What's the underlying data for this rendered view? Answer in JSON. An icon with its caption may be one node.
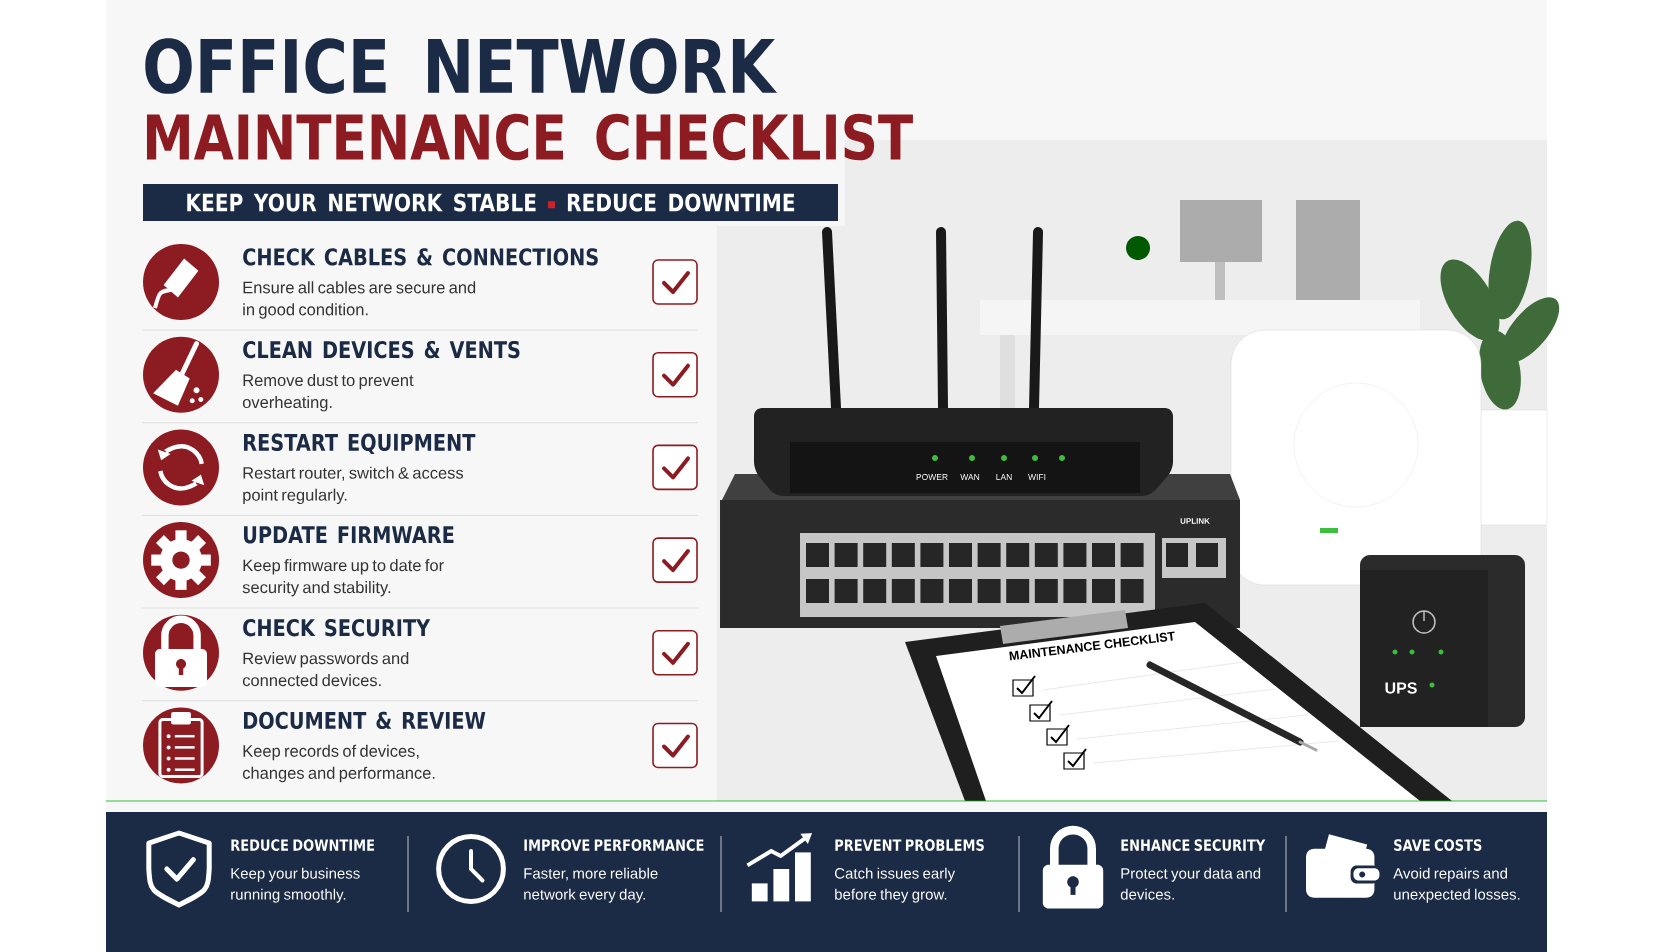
{
  "diagram": {
    "nodes": [
      {
        "text": [
          "KEEP YOUR NETWORK STABLE",
          "REDUCE DOWNTIME"
        ]
      },
      {
        "text": [
          "CHECK CABLES & CONNECTIONS",
          "Ensure all cables are secure and in good condition."
        ]
      },
      {
        "text": [
          "CLEAN DEVICES & VENTS",
          "Remove dust to prevent overheating."
        ]
      },
      {
        "text": [
          "RESTART EQUIPMENT",
          "Restart router,  switch & access point regularly."
        ]
      },
      {
        "text": [
          "UPDATE FIRMWARE",
          "Keep firmware up to date for security and stability."
        ]
      },
      {
        "text": [
          "CHECK SECURITY",
          "Review passwords and connected devices."
        ]
      },
      {
        "text": [
          "DOCUMENT & REVIEW",
          "Keep records of devices, changes and performance."
        ]
      },
      {
        "text": [
          "REDUCE DOWNTIME",
          "Keep your business running smoothly."
        ]
      },
      {
        "text": [
          "IMPROVE PERFORMANCE",
          "Faster, more reliable network every day."
        ]
      },
      {
        "text": [
          "PREVENT PROBLEMS",
          "Catch issues early before they grow."
        ]
      },
      {
        "text": [
          "ENHANCE SECURITY",
          "Protect your data and devices."
        ]
      },
      {
        "text": [
          "SAVE COSTS",
          "Avoid repairs and unexpected losses."
        ]
      }
    ],
    "labels": [
      "OFFICE NETWORK",
      "MAINTENANCE CHECKLIST",
      "POWER",
      "WAN",
      "LAN",
      "WIFI",
      "UPLINK",
      "MAINTENANCE CHECKLIST",
      "UPS"
    ]
  }
}
